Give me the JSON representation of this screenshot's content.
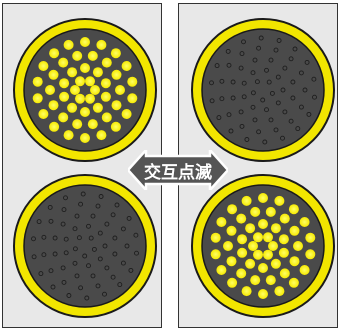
{
  "colors": {
    "panel_bg": "#e8e8e8",
    "panel_border": "#333333",
    "ring_yellow": "#f2e600",
    "face_dark": "#4a4a4a",
    "led_on": "#f5e900",
    "led_glow": "#ffff66",
    "led_off_stroke": "#1e1e1e",
    "arrow_fill": "#555555"
  },
  "icons": [
    "lamp-on-icon",
    "lamp-off-icon",
    "double-arrow-icon"
  ],
  "lamps": [
    {
      "position": "top-left",
      "state": "on"
    },
    {
      "position": "top-right",
      "state": "off"
    },
    {
      "position": "bottom-left",
      "state": "off"
    },
    {
      "position": "bottom-right",
      "state": "on"
    }
  ],
  "arrow": {
    "label": "交互点滅"
  }
}
